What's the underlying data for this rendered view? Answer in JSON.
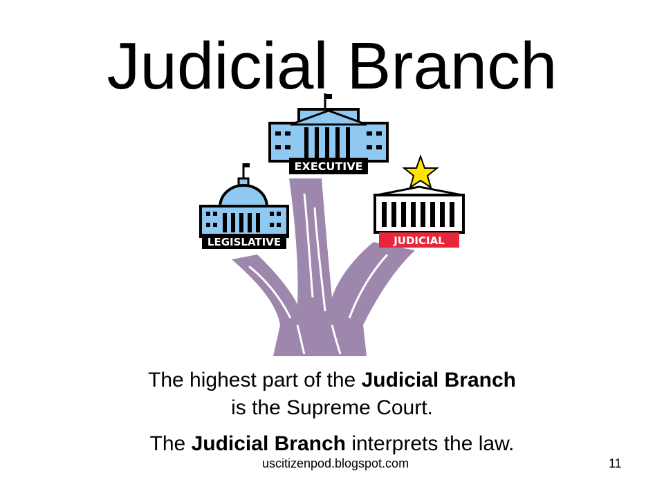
{
  "slide": {
    "title": "Judicial Branch",
    "labels": {
      "executive": "EXECUTIVE",
      "legislative": "LEGISLATIVE",
      "judicial": "JUDICIAL"
    },
    "line1": {
      "pre": "The highest part of the ",
      "bold": "Judicial Branch",
      "post": "is the Supreme Court."
    },
    "line2": {
      "pre": "The ",
      "bold": "Judicial Branch",
      "post": " interprets the law."
    },
    "footer": "uscitizenpod.blogspot.com",
    "page_number": "11"
  },
  "colors": {
    "tree": "#9d87ad",
    "building": "#8fc8f0",
    "judicial_label": "#e8283a",
    "star": "#ffe400"
  }
}
